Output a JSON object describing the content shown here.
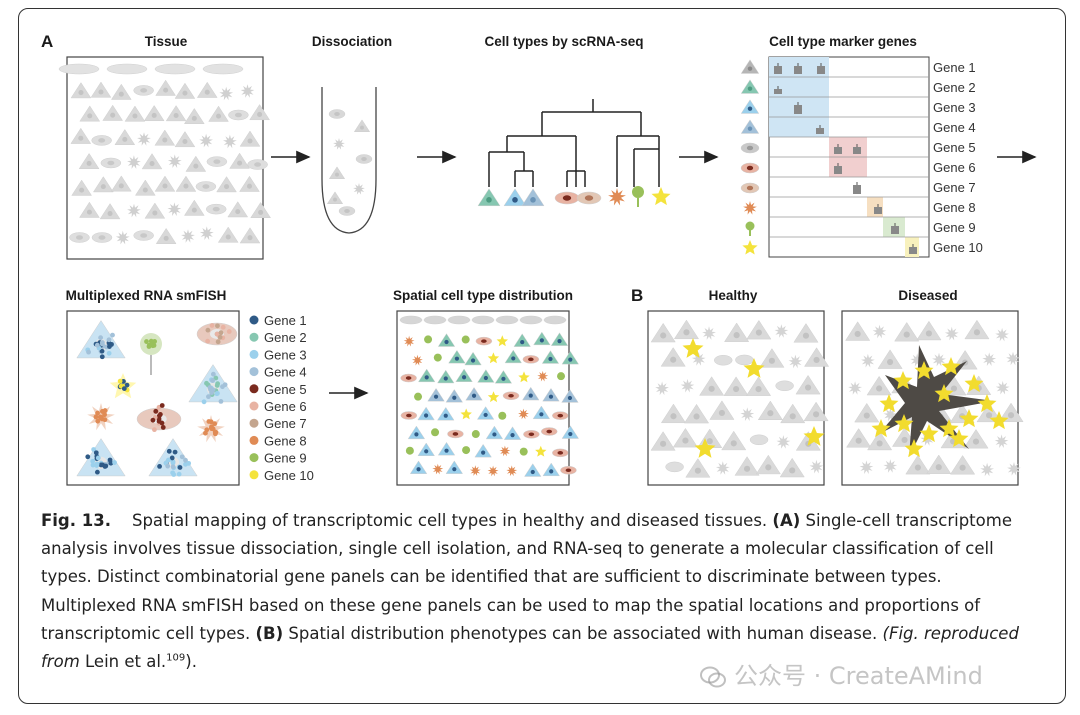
{
  "panelA": {
    "letter": "A",
    "tissue": "Tissue",
    "dissociation": "Dissociation",
    "celltypes": "Cell types by scRNA-seq",
    "markers": "Cell type marker genes",
    "smfish": "Multiplexed RNA smFISH",
    "spatial": "Spatial cell type distribution"
  },
  "panelB": {
    "letter": "B",
    "healthy": "Healthy",
    "diseased": "Diseased"
  },
  "genes": [
    "Gene 1",
    "Gene 2",
    "Gene 3",
    "Gene 4",
    "Gene 5",
    "Gene 6",
    "Gene 7",
    "Gene 8",
    "Gene 9",
    "Gene 10"
  ],
  "gene_colors": [
    "#2f5a86",
    "#86c7b1",
    "#9bd0ec",
    "#a3c1d9",
    "#7a2a1e",
    "#e8b3a3",
    "#c4a58e",
    "#e08b55",
    "#99c05a",
    "#f4e33c"
  ],
  "caption": {
    "figno": "Fig. 13.",
    "t1": "Spatial mapping of transcriptomic cell types in healthy and diseased tissues.",
    "labelA": "(A)",
    "t2": "Single-cell transcriptome analysis involves tissue dissociation, single cell isolation, and RNA-seq to generate a molecular classification of cell types. Distinct combinatorial gene panels can be identified that are sufficient to discriminate between types. Multiplexed RNA smFISH based on these gene panels can be used to map the spatial locations and proportions of transcriptomic cell types.",
    "labelB": "(B)",
    "t3": "Spatial distribution phenotypes can be associated with human disease.",
    "repro": "(Fig. reproduced from",
    "author": "Lein et al.",
    "ref": "109",
    "close": ")."
  },
  "watermark": "公众号 · CreateAMind"
}
